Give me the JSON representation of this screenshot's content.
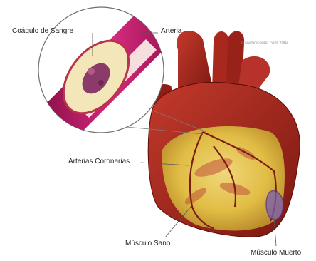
{
  "labels": {
    "blood_clot": "Coágulo de Sangre",
    "artery": "Arteria",
    "coronary_arteries": "Arterias Coronarias",
    "healthy_muscle": "Músculo Sano",
    "dead_muscle": "Músculo Muerto"
  },
  "credit": "© MedicineNet.com 2004",
  "colors": {
    "heart_red": "#a8281e",
    "heart_dark": "#6e120c",
    "fat_yellow": "#e2c24a",
    "artery_magenta": "#c2186a",
    "dead_muscle_purple": "#6a4ca8",
    "leader_line": "#555555"
  }
}
